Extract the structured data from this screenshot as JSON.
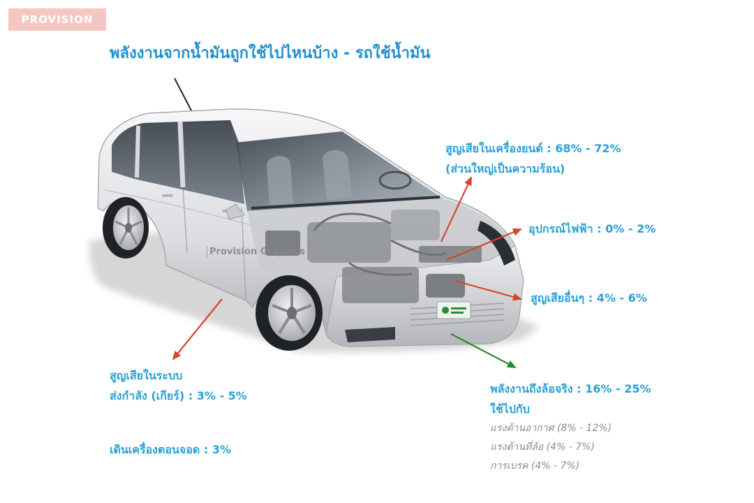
{
  "logo": {
    "text": "PROVISION"
  },
  "title": "พลังงานจากน้ำมันถูกใช้ไปไหนบ้าง - รถใช้น้ำมัน",
  "watermark": "Provision Graphics",
  "labels": {
    "engine_loss": {
      "line1": "สูญเสียในเครื่องยนต์ : 68% - 72%",
      "line2": "(ส่วนใหญ่เป็นความร้อน)"
    },
    "electrical": {
      "line1": "อุปกรณ์ไฟฟ้า : 0% - 2%"
    },
    "other_loss": {
      "line1": "สูญเสียอื่นๆ : 4% - 6%"
    },
    "drivetrain_loss": {
      "line1": "สูญเสียในระบบ",
      "line2": "ส่งกำลัง (เกียร์) : 3% - 5%"
    },
    "idling": {
      "line1": "เดินเครื่องตอนจอด : 3%"
    },
    "to_wheels": {
      "line1": "พลังงานถึงล้อจริง : 16% - 25%",
      "line2": "ใช้ไปกับ",
      "breakdown": [
        "แรงต้านอากาศ (8% - 12%)",
        "แรงต้านที่ล้อ (4% - 7%)",
        "การเบรค (4% - 7%)"
      ]
    }
  },
  "colors": {
    "title": "#1f8fd0",
    "label": "#27a0d8",
    "loss_arrow": "#d8432b",
    "wheel_arrow": "#2b8c2b",
    "breakdown": "#8c8c8c",
    "logo_bg": "#f5c7c3"
  },
  "icons": {
    "car": "car-illustration",
    "loss_arrow": "red-arrow",
    "wheel_arrow": "green-arrow"
  }
}
